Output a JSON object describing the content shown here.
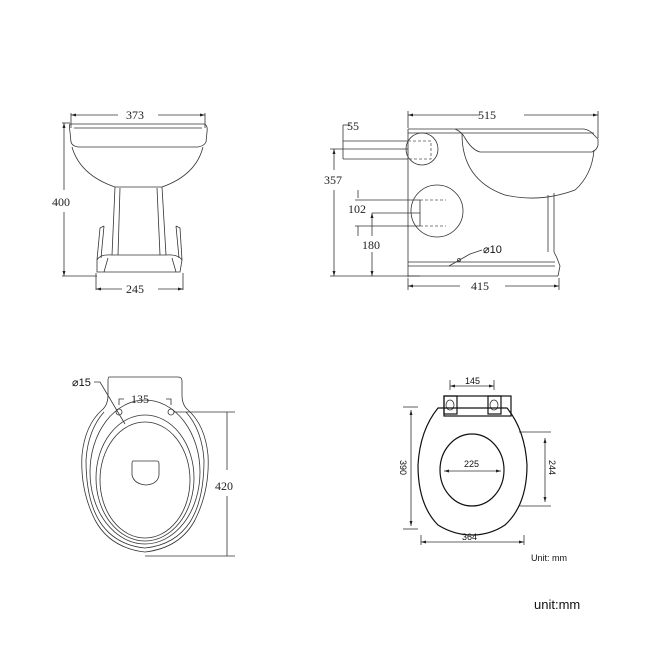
{
  "views": {
    "front": {
      "top_width": "373",
      "height": "400",
      "base_width": "245"
    },
    "side": {
      "overall_length": "515",
      "inlet_diameter": "55",
      "inlet_height": "357",
      "outlet_diameter": "102",
      "outlet_height": "180",
      "fixing_hole": "⌀10",
      "base_length": "415"
    },
    "top": {
      "hole_diameter": "⌀15",
      "hole_spacing": "135",
      "depth": "420"
    },
    "seat": {
      "hinge_spacing": "145",
      "length": "390",
      "opening_width": "225",
      "opening_length": "244",
      "width": "364",
      "unit_label": "Unit: mm"
    }
  },
  "footer": {
    "unit": "unit:mm"
  }
}
